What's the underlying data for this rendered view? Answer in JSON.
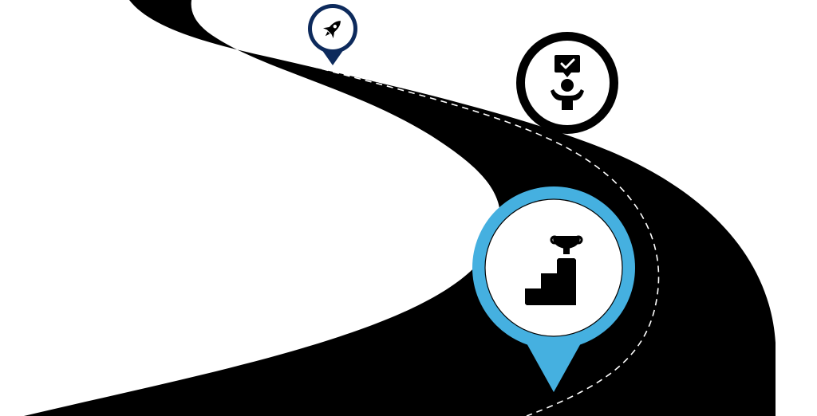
{
  "colors": {
    "road": "#000000",
    "lane_marking": "#ffffff",
    "background": "#ffffff",
    "marker_small": "#0d2a5c",
    "marker_medium": "#000000",
    "marker_large": "#45b0e0",
    "marker_inner": "#ffffff",
    "icon": "#000000"
  },
  "markers": [
    {
      "name": "marker-launch",
      "icon": "rocket-icon",
      "style": "pin",
      "color_key": "marker_small"
    },
    {
      "name": "marker-approval",
      "icon": "person-checkmark-icon",
      "style": "ring",
      "color_key": "marker_medium"
    },
    {
      "name": "marker-goal",
      "icon": "stairs-trophy-icon",
      "style": "pin",
      "color_key": "marker_large"
    }
  ]
}
